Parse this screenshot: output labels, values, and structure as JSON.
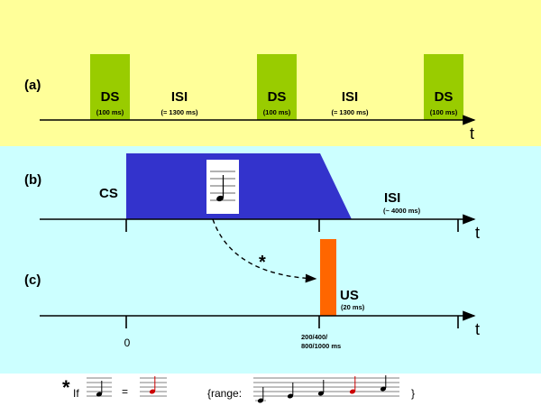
{
  "colors": {
    "panel_a_bg": "#ffff99",
    "panel_bc_bg": "#ccffff",
    "ds_box": "#99cc00",
    "cs_block": "#3333cc",
    "us_bar": "#ff6600",
    "highlight_note": "#cc0000"
  },
  "panel_a": {
    "label": "(a)",
    "ds_label": "DS",
    "ds_duration": "(100 ms)",
    "isi_label": "ISI",
    "isi_duration": "(= 1300 ms)",
    "axis_t": "t"
  },
  "panel_b": {
    "label": "(b)",
    "cs_label": "CS",
    "isi_label": "ISI",
    "isi_duration": "(~ 4000 ms)",
    "axis_t": "t",
    "music_icon": "quarter-note-on-staff-icon"
  },
  "panel_c": {
    "label": "(c)",
    "us_label": "US",
    "us_duration": "(20 ms)",
    "zero_label": "0",
    "delays_line1": "200/400/",
    "delays_line2": "800/1000 ms",
    "axis_t": "t"
  },
  "connector": {
    "star": "*"
  },
  "footer": {
    "star": "*",
    "if_text": "If",
    "equals": "=",
    "range_open": "{range:",
    "range_close": "}"
  }
}
